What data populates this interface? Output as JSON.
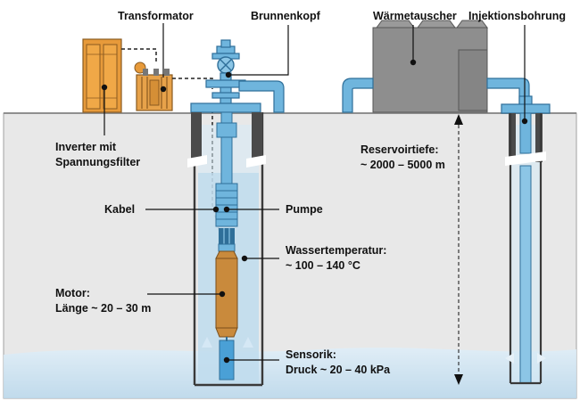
{
  "labels": {
    "transformer": "Transformator",
    "wellhead": "Brunnenkopf",
    "heat_exchanger": "Wärmetauscher",
    "injection_well": "Injektionsbohrung",
    "inverter_line1": "Inverter mit",
    "inverter_line2": "Spannungsfilter",
    "reservoir_depth_line1": "Reservoirtiefe:",
    "reservoir_depth_line2": "~ 2000 – 5000 m",
    "cable": "Kabel",
    "pump": "Pumpe",
    "water_temp_line1": "Wassertemperatur:",
    "water_temp_line2": "~ 100 – 140 °C",
    "motor_line1": "Motor:",
    "motor_line2": "Länge ~ 20 – 30 m",
    "sensor_line1": "Sensorik:",
    "sensor_line2": "Druck ~ 20 – 40 kPa"
  },
  "colors": {
    "ground": "#e6e6e6",
    "ground_edge": "#9a9a9a",
    "water": "#bcd9ec",
    "water_light": "#d6e9f5",
    "pipe_blue": "#6fb5dd",
    "pipe_stroke": "#2f6f99",
    "casing": "#3a3a3a",
    "motor": "#c98a3c",
    "inverter": "#e79a3a",
    "heat_exchanger": "#8c8c8c"
  }
}
